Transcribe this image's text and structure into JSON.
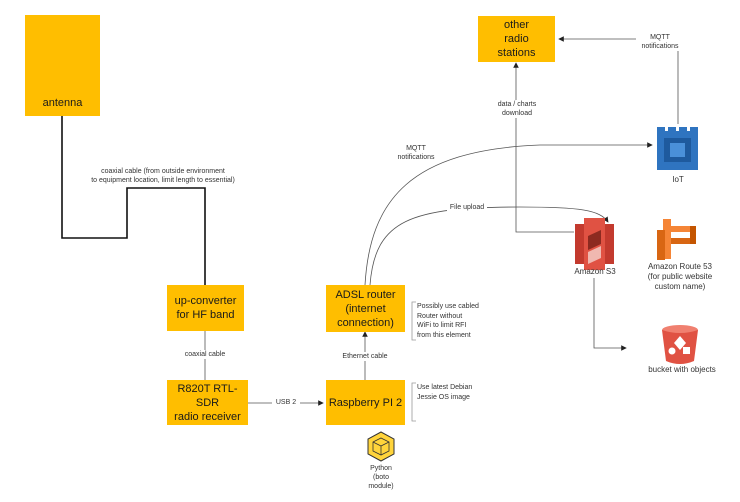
{
  "nodes": {
    "antenna": "antenna",
    "upconverter": "up-converter\nfor HF band",
    "sdr": "R820T RTL-SDR\nradio receiver",
    "raspberry": "Raspberry PI 2",
    "router": "ADSL router\n(internet\nconnection)",
    "other_stations": "other\nradio\nstations"
  },
  "edge_labels": {
    "coax_outside": "coaxial cable (from outside environment\nto equipment location, limit length to essential)",
    "coax": "coaxial cable",
    "usb": "USB 2",
    "ethernet": "Ethernet cable",
    "mqtt_router": "MQTT\nnotifications",
    "file_upload": "File upload",
    "data_charts": "data / charts\ndownload",
    "mqtt_iot": "MQTT\nnotifications"
  },
  "notes": {
    "router_note": "Possibly use cabled\nRouter without\nWiFi to limit RFI\nfrom this element",
    "raspberry_note": "Use latest Debian\nJessie OS image"
  },
  "icons": {
    "python": {
      "icon": "python-boto-icon",
      "label": "Python\n(boto\nmodule)"
    },
    "iot": {
      "icon": "aws-iot-icon",
      "label": "IoT"
    },
    "s3": {
      "icon": "amazon-s3-icon",
      "label": "Amazon S3"
    },
    "route53": {
      "icon": "amazon-route53-icon",
      "label": "Amazon Route 53\n(for public website\ncustom name)"
    },
    "bucket": {
      "icon": "s3-bucket-icon",
      "label": "bucket with objects"
    }
  },
  "colors": {
    "box_fill": "#FFBE00",
    "iot_blue": "#2F74C0",
    "s3_red": "#E05243",
    "route53_orange": "#F58536",
    "python_yellow": "#FFD43B"
  }
}
